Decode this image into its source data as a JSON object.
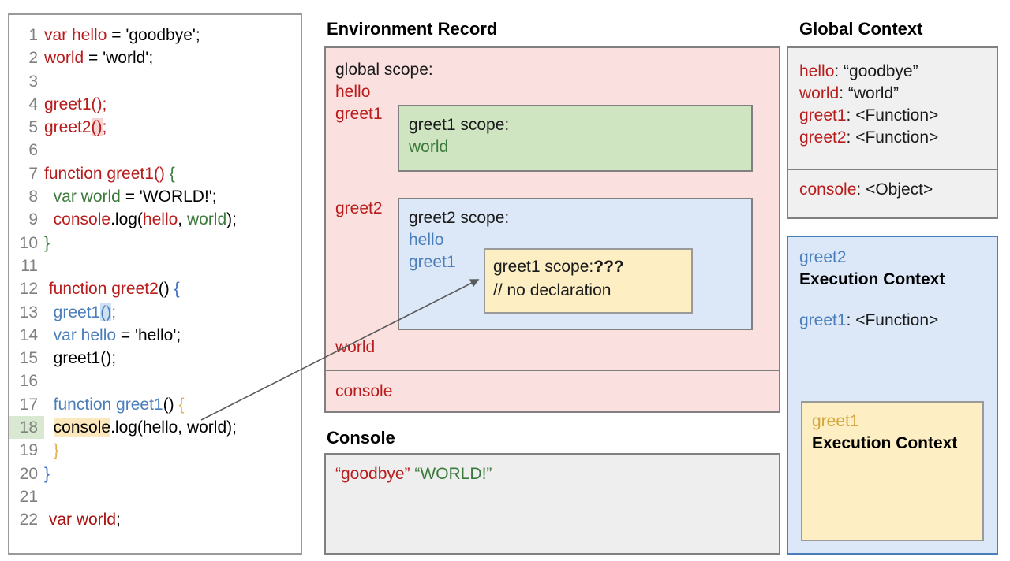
{
  "code_panel": {
    "lines": [
      {
        "num": "1",
        "tokens": [
          {
            "t": "var hello",
            "c": "red"
          },
          {
            "t": " = 'goodbye';",
            "c": "black"
          }
        ]
      },
      {
        "num": "2",
        "tokens": [
          {
            "t": "world",
            "c": "red"
          },
          {
            "t": " = 'world';",
            "c": "black"
          }
        ]
      },
      {
        "num": "3",
        "tokens": []
      },
      {
        "num": "4",
        "tokens": [
          {
            "t": "greet1",
            "c": "red"
          },
          {
            "t": "();",
            "c": "red"
          }
        ]
      },
      {
        "num": "5",
        "tokens": [
          {
            "t": "greet2",
            "c": "red"
          },
          {
            "t": "()",
            "c": "red",
            "hl": "pink"
          },
          {
            "t": ";",
            "c": "red"
          }
        ]
      },
      {
        "num": "6",
        "tokens": []
      },
      {
        "num": "7",
        "tokens": [
          {
            "t": "function greet1",
            "c": "red"
          },
          {
            "t": "() ",
            "c": "red"
          },
          {
            "t": "{",
            "c": "green"
          }
        ]
      },
      {
        "num": "8",
        "tokens": [
          {
            "t": "  var world",
            "c": "green"
          },
          {
            "t": " = 'WORLD!';",
            "c": "black"
          }
        ]
      },
      {
        "num": "9",
        "tokens": [
          {
            "t": "  console",
            "c": "red"
          },
          {
            "t": ".log(",
            "c": "black"
          },
          {
            "t": "hello",
            "c": "red"
          },
          {
            "t": ", ",
            "c": "black"
          },
          {
            "t": "world",
            "c": "green"
          },
          {
            "t": ");",
            "c": "black"
          }
        ]
      },
      {
        "num": "10",
        "tokens": [
          {
            "t": "}",
            "c": "green"
          }
        ]
      },
      {
        "num": "11",
        "tokens": []
      },
      {
        "num": "12",
        "tokens": [
          {
            "t": " function greet2",
            "c": "red"
          },
          {
            "t": "() ",
            "c": "black"
          },
          {
            "t": "{",
            "c": "dblue"
          }
        ]
      },
      {
        "num": "13",
        "tokens": [
          {
            "t": "  greet1",
            "c": "blue"
          },
          {
            "t": "()",
            "c": "blue",
            "hl": "blue"
          },
          {
            "t": ";",
            "c": "blue"
          }
        ]
      },
      {
        "num": "14",
        "tokens": [
          {
            "t": "  var hello",
            "c": "blue"
          },
          {
            "t": " = 'hello';",
            "c": "black"
          }
        ]
      },
      {
        "num": "15",
        "tokens": [
          {
            "t": "  greet1();",
            "c": "black"
          }
        ]
      },
      {
        "num": "16",
        "tokens": []
      },
      {
        "num": "17",
        "tokens": [
          {
            "t": "  function greet1",
            "c": "blue"
          },
          {
            "t": "() ",
            "c": "black"
          },
          {
            "t": "{",
            "c": "gold"
          }
        ]
      },
      {
        "num": "18",
        "num_hl": "green",
        "tokens": [
          {
            "t": "  ",
            "c": "black"
          },
          {
            "t": "console",
            "c": "black",
            "hl": "cream"
          },
          {
            "t": ".log(hello, world);",
            "c": "black"
          }
        ]
      },
      {
        "num": "19",
        "tokens": [
          {
            "t": "  }",
            "c": "gold"
          }
        ]
      },
      {
        "num": "20",
        "tokens": [
          {
            "t": "}",
            "c": "dblue"
          }
        ]
      },
      {
        "num": "21",
        "tokens": []
      },
      {
        "num": "22",
        "tokens": [
          {
            "t": " var world",
            "c": "dred"
          },
          {
            "t": ";",
            "c": "black"
          }
        ]
      }
    ]
  },
  "environment_record": {
    "title": "Environment Record",
    "global_scope_label": "global scope:",
    "bindings": {
      "hello": "hello",
      "greet1": "greet1",
      "greet2": "greet2",
      "world": "world",
      "console": "console"
    },
    "greet1_scope": {
      "title": "greet1 scope:",
      "vars": [
        "world"
      ]
    },
    "greet2_scope": {
      "title": "greet2 scope:",
      "vars": [
        "hello",
        "greet1"
      ]
    },
    "greet1_inner_scope": {
      "title": "greet1 scope:",
      "unknown": "???",
      "comment": "// no declaration"
    }
  },
  "console_panel": {
    "title": "Console",
    "output_first": "“goodbye”",
    "output_second": "“WORLD!”"
  },
  "global_context": {
    "title": "Global Context",
    "rows": [
      {
        "key": "hello",
        "value": "“goodbye”"
      },
      {
        "key": "world",
        "value": "“world”"
      },
      {
        "key": "greet1",
        "value": "<Function>"
      },
      {
        "key": "greet2",
        "value": "<Function>"
      }
    ],
    "console_row": {
      "key": "console",
      "value": "<Object>"
    }
  },
  "greet2_execution_context": {
    "name": "greet2",
    "subtitle": "Execution Context",
    "row": {
      "key": "greet1",
      "value": "<Function>"
    }
  },
  "greet1_execution_context": {
    "name": "greet1",
    "subtitle": "Execution Context"
  },
  "colors": {
    "env_record_bg": "#fbe0e0",
    "greet1_scope_bg": "#cfe5c2",
    "greet2_scope_bg": "#dce8f8",
    "nodecl_bg": "#fdeec4",
    "console_bg": "#eeeeee",
    "global_context_bg": "#f0f0f0",
    "red": "#b91c1c",
    "green": "#3c7a3c",
    "blue": "#4a7ebb",
    "gold": "#d1a63c"
  }
}
